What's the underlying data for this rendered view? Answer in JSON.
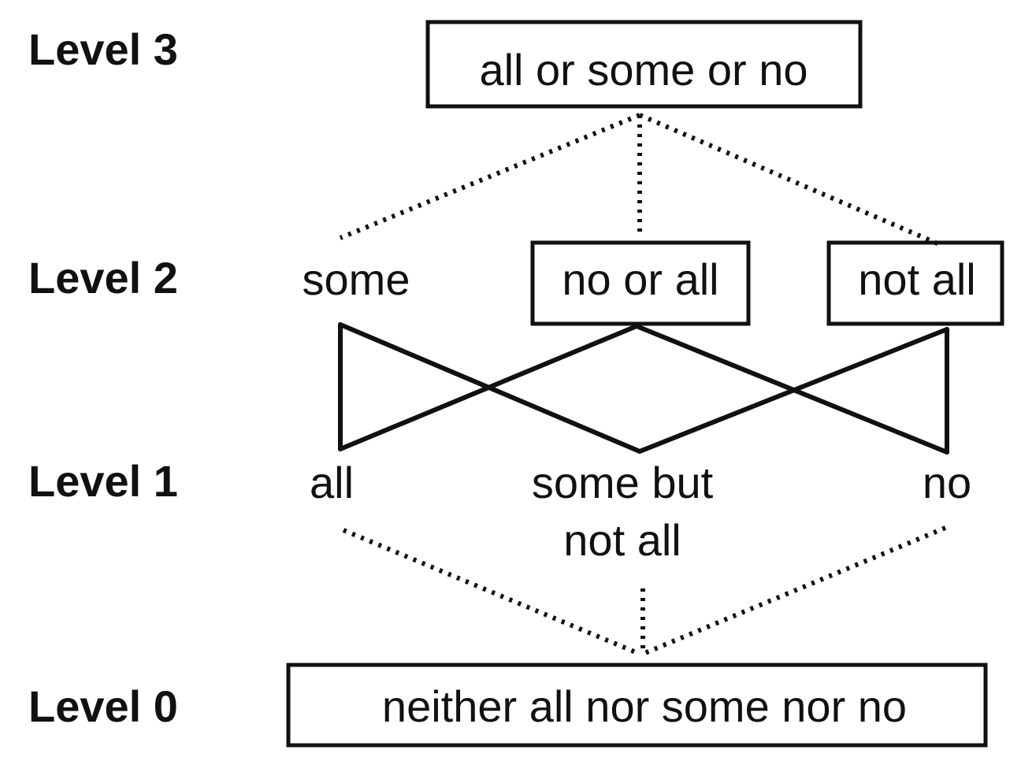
{
  "levels": [
    {
      "label": "Level 3"
    },
    {
      "label": "Level 2"
    },
    {
      "label": "Level 1"
    },
    {
      "label": "Level 0"
    }
  ],
  "nodes": {
    "all_some_no": "all or some or no",
    "some": "some",
    "no_or_all": "no or all",
    "not_all": "not all",
    "all": "all",
    "some_but_not_all_line1": "some but",
    "some_but_not_all_line2": "not all",
    "no": "no",
    "neither": "neither all nor some nor no"
  }
}
